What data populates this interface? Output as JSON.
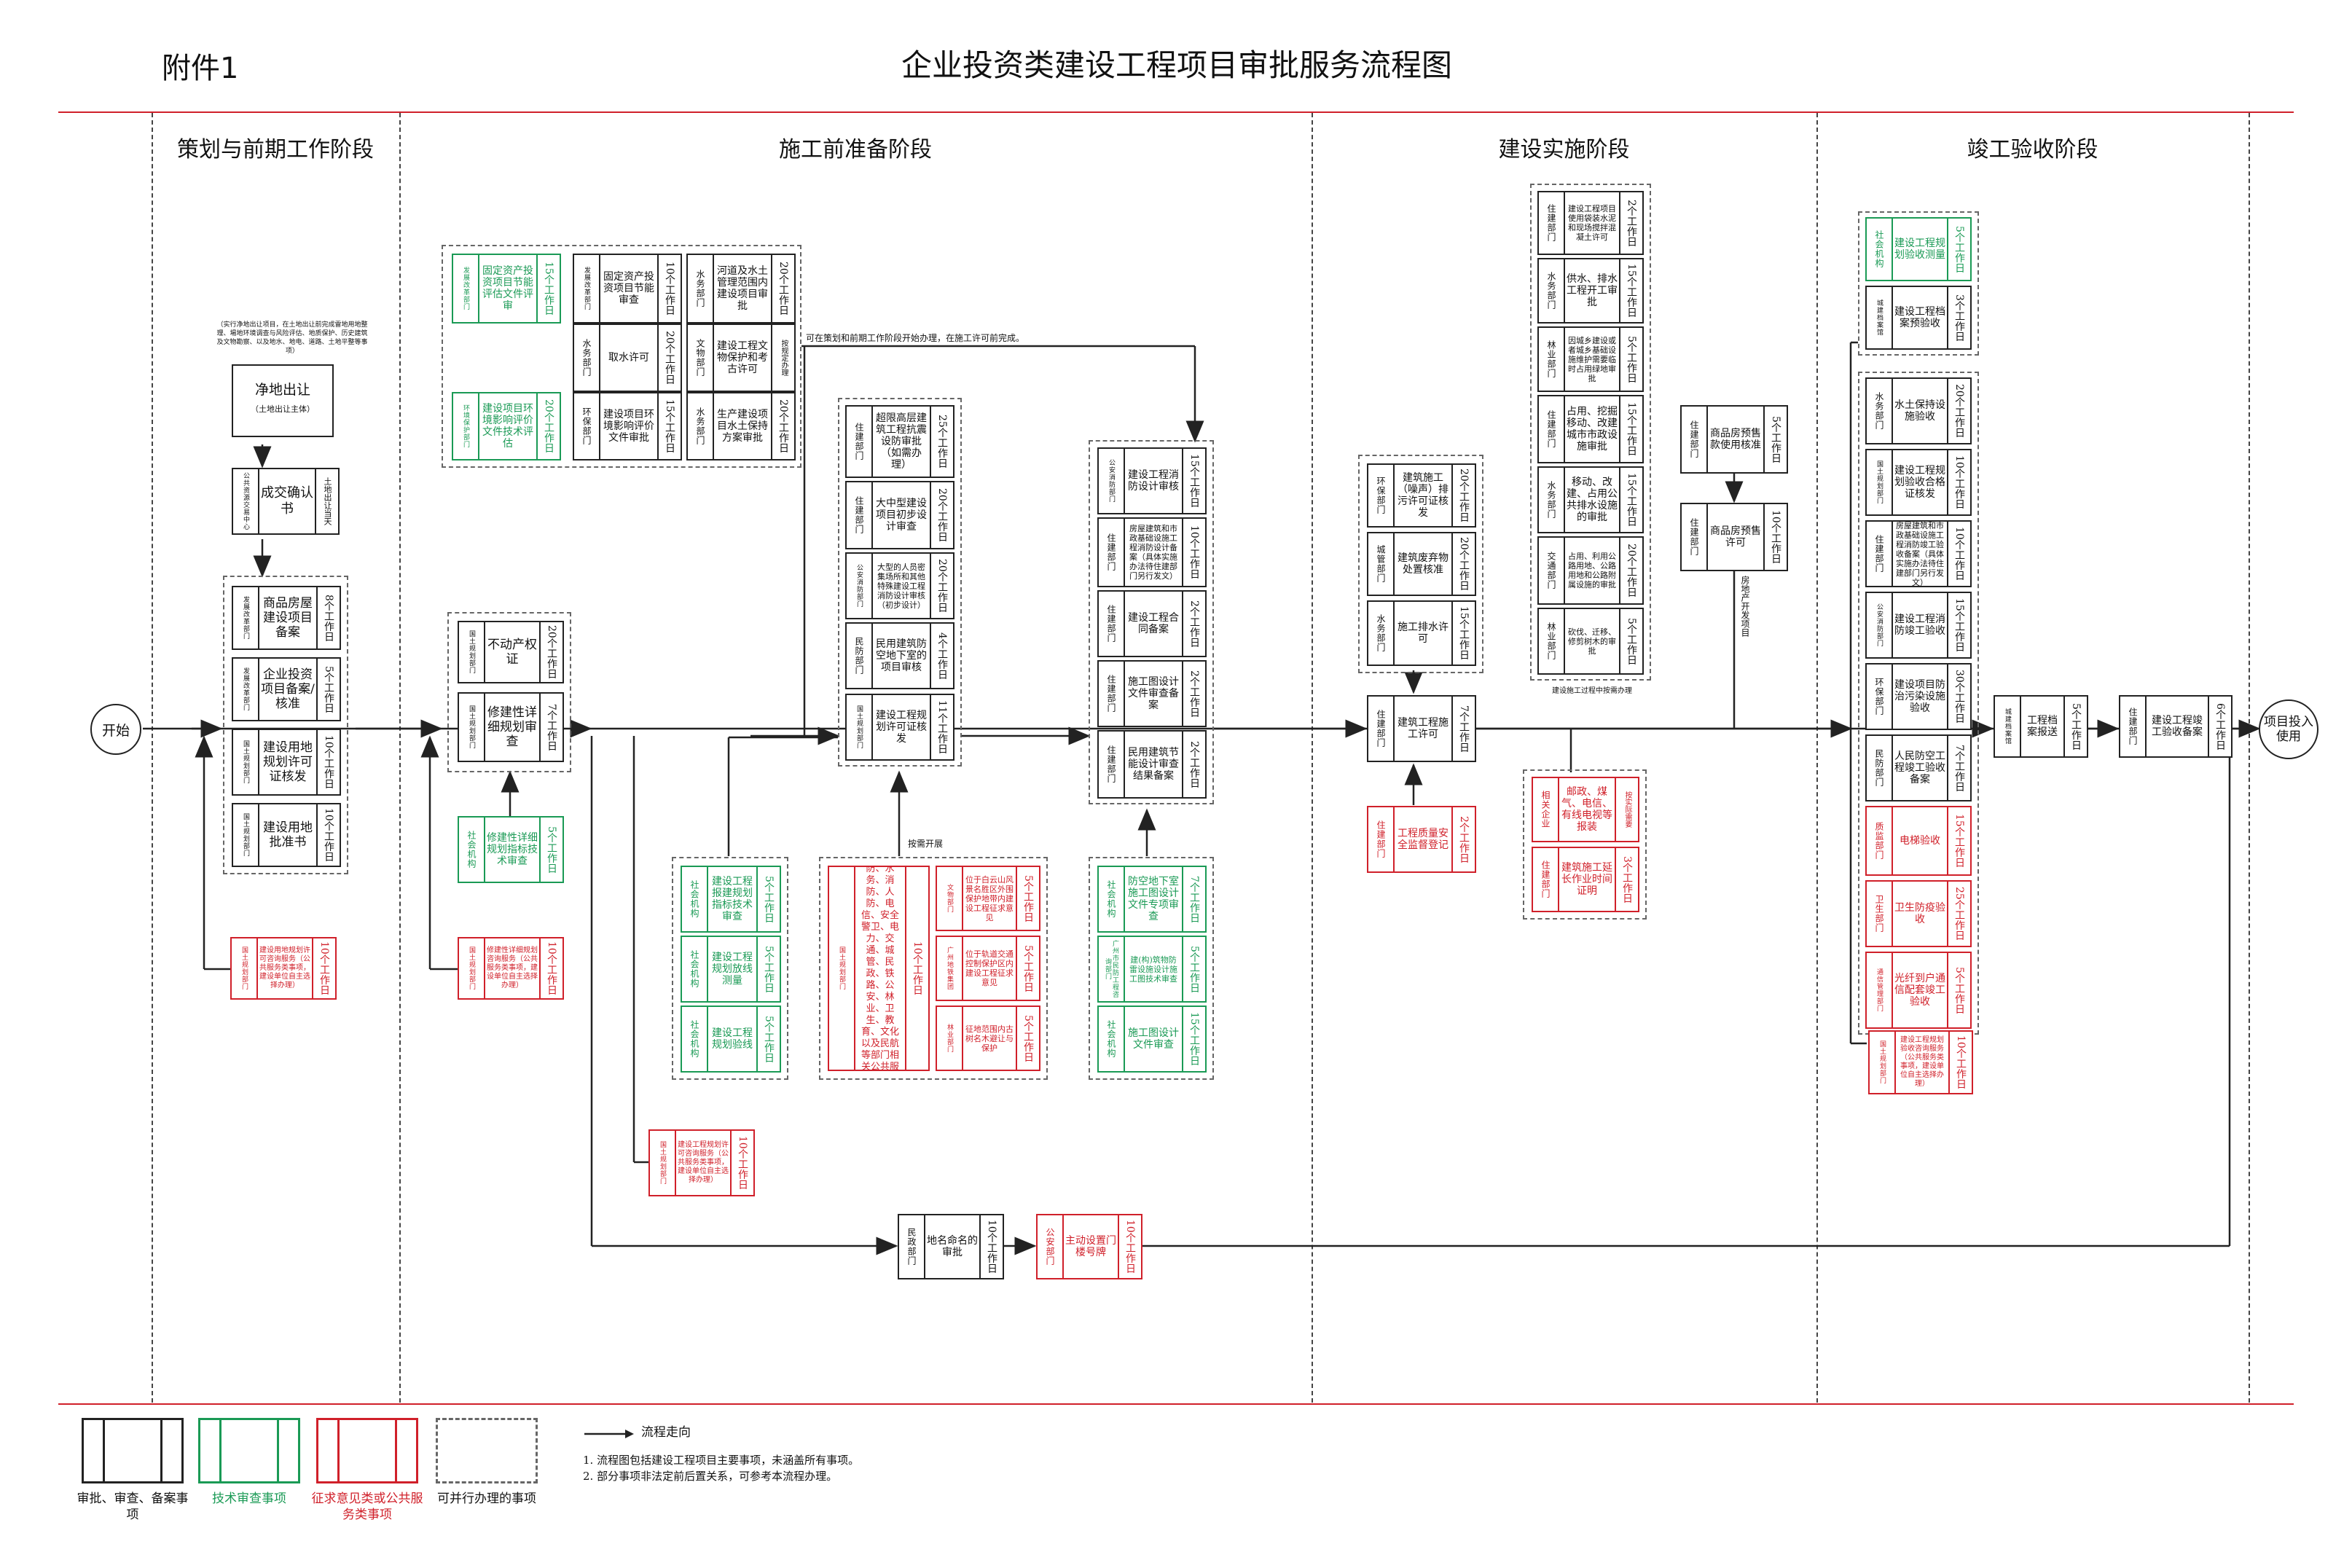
{
  "attachment": "附件1",
  "title": "企业投资类建设工程项目审批服务流程图",
  "stages": [
    "策划与前期工作阶段",
    "施工前准备阶段",
    "建设实施阶段",
    "竣工验收阶段"
  ],
  "start": "开始",
  "end": "项目投入使用",
  "day_unit": "个工作日",
  "stage1": {
    "note": "（实行净地出让项目，在土地出让前完成雷地用地整理、場地环境调查与风险评估、地质保护、历史建筑及文物勘察、以及地水、地电、道路、土地平整等事项）",
    "land_out": "净地出让",
    "land_out_sub": "（土地出让主体）",
    "deal": {
      "dept": "公共资源交易中心",
      "name": "成交确认书",
      "side": "土地出让当天"
    },
    "items": [
      {
        "dept": "发展改革部门",
        "name": "商品房屋建设项目备案",
        "days": "8"
      },
      {
        "dept": "发展改革部门",
        "name": "企业投资项目备案/核准",
        "days": "5"
      },
      {
        "dept": "国土规划部门",
        "name": "建设用地规划许可证核发",
        "days": "10"
      },
      {
        "dept": "国土规划部门",
        "name": "建设用地批准书",
        "days": "10"
      }
    ],
    "consult": {
      "dept": "国土规划部门",
      "name": "建设用地规划许可咨询服务（公共服务类事项，建设单位自主选择办理）",
      "days": "10"
    }
  },
  "stage2": {
    "top_left": [
      {
        "dept": "发展改革部门",
        "name": "固定资产投资项目节能评估文件评审",
        "days": "15",
        "color": "green"
      },
      {
        "dept": "发展改革部门",
        "name": "固定资产投资项目节能审查",
        "days": "10"
      },
      {
        "dept": "水务部门",
        "name": "取水许可",
        "days": "20"
      },
      {
        "dept": "环境保护部门",
        "name": "建设项目环境影响评价文件技术评估",
        "days": "20",
        "color": "green"
      },
      {
        "dept": "环保部门",
        "name": "建设项目环境影响评价文件审批",
        "days": "15"
      },
      {
        "dept": "水务部门",
        "name": "河道及水土管理范围内建设项目审批",
        "days": "20"
      },
      {
        "dept": "文物部门",
        "name": "建设工程文物保护和考古许可",
        "days": "按规定办理"
      },
      {
        "dept": "水务部门",
        "name": "生产建设项目水土保持方案审批",
        "days": "20"
      }
    ],
    "parallel_note": "可在策划和前期工作阶段开始办理，在施工许可前完成。",
    "property": {
      "dept": "国土规划部门",
      "name": "不动产权证",
      "days": "20"
    },
    "detail_plan": {
      "dept": "国土规划部门",
      "name": "修建性详细规划审查",
      "days": "7"
    },
    "detail_tech": {
      "dept": "社会机构",
      "name": "修建性详细规划指标技术审查",
      "days": "5"
    },
    "detail_consult": {
      "dept": "国土规划部门",
      "name": "修建性详细规划咨询服务（公共服务类事项，建设单位自主选择办理）",
      "days": "10"
    },
    "mid_col": [
      {
        "dept": "住建部门",
        "name": "超限高层建筑工程抗震设防审批（如需办理）",
        "days": "25"
      },
      {
        "dept": "住建部门",
        "name": "大中型建设项目初步设计审查",
        "days": "20"
      },
      {
        "dept": "公安消防部门",
        "name": "大型的人员密集场所和其他特殊建设工程消防设计审核（初步设计）",
        "days": "20"
      },
      {
        "dept": "民防部门",
        "name": "民用建筑防空地下室的项目审核",
        "days": "4"
      },
      {
        "dept": "国土规划部门",
        "name": "建设工程规划许可证核发",
        "days": "11"
      }
    ],
    "left_tech": [
      {
        "dept": "社会机构",
        "name": "建设工程报建规划指标技术审查",
        "days": "5"
      },
      {
        "dept": "社会机构",
        "name": "建设工程规划放线测量",
        "days": "5"
      },
      {
        "dept": "社会机构",
        "name": "建设工程规划验线",
        "days": "5"
      }
    ],
    "as_needed": "按需开展",
    "opinion_left": {
      "dept": "国土规划部门",
      "name": "涉及园林、国防、水务、消防、人防、电信、安全警卫、电力、交通、城管、民政、铁路、公安、林业、卫生、教育、文化以及民航等部门相关公共服务意见征询",
      "days": "10"
    },
    "opinion_right": [
      {
        "dept": "文物部门",
        "name": "位于白云山风景名胜区外围保护地带内建设工程征求意见",
        "days": "5"
      },
      {
        "dept": "广州地铁集团",
        "name": "位于轨道交通控制保护区内建设工程征求意见",
        "days": "5"
      },
      {
        "dept": "林业部门",
        "name": "征地范围内古树名木避让与保护",
        "days": "5"
      }
    ],
    "permit_consult": {
      "dept": "国土规划部门",
      "name": "建设工程规划许可咨询服务（公共服务类事项，建设单位自主选择办理）",
      "days": "10"
    },
    "fire_col": [
      {
        "dept": "公安消防部门",
        "name": "建设工程消防设计审核",
        "days": "15"
      },
      {
        "dept": "住建部门",
        "name": "房屋建筑和市政基础设施工程消防设计备案（具体实施办法待住建部门另行发文）",
        "days": "10"
      },
      {
        "dept": "住建部门",
        "name": "建设工程合同备案",
        "days": "2"
      },
      {
        "dept": "住建部门",
        "name": "施工图设计文件审查备案",
        "days": "2"
      },
      {
        "dept": "住建部门",
        "name": "民用建筑节能设计审查结果备案",
        "days": "2"
      }
    ],
    "drawing_tech": [
      {
        "dept": "社会机构",
        "name": "防空地下室施工图设计文件专项审查",
        "days": "7"
      },
      {
        "dept": "广州市民防工程咨询部门",
        "name": "建(构)筑物防雷设施设计施工图技术审查",
        "days": "5"
      },
      {
        "dept": "社会机构",
        "name": "施工图设计文件审查",
        "days": "15"
      }
    ],
    "naming": {
      "dept": "民政部门",
      "name": "地名命名的审批",
      "days": "10"
    },
    "door_plate": {
      "dept": "公安部门",
      "name": "主动设置门楼号牌",
      "days": "10"
    }
  },
  "stage3": {
    "env_group": [
      {
        "dept": "环保部门",
        "name": "建筑施工（噪声）排污许可证核发",
        "days": "20"
      },
      {
        "dept": "城管部门",
        "name": "建筑废弃物处置核准",
        "days": "20"
      },
      {
        "dept": "水务部门",
        "name": "施工排水许可",
        "days": "15"
      }
    ],
    "construct_permit": {
      "dept": "住建部门",
      "name": "建筑工程施工许可",
      "days": "7"
    },
    "quality": {
      "dept": "住建部门",
      "name": "工程质量安全监督登记",
      "days": "2"
    },
    "right_col": [
      {
        "dept": "住建部门",
        "name": "建设工程项目使用袋装水泥和现场搅拌混凝土许可",
        "days": "2"
      },
      {
        "dept": "水务部门",
        "name": "供水、排水工程开工审批",
        "days": "15"
      },
      {
        "dept": "林业部门",
        "name": "因城乡建设或者城乡基础设施维护需要临时占用绿地审批",
        "days": "5"
      },
      {
        "dept": "住建部门",
        "name": "占用、挖掘移动、改建城市市政设施审批",
        "days": "15"
      },
      {
        "dept": "水务部门",
        "name": "移动、改建、占用公共排水设施的审批",
        "days": "15"
      },
      {
        "dept": "交通部门",
        "name": "占用、利用公路用地、公路用地和公路附属设施的审批",
        "days": "20"
      },
      {
        "dept": "林业部门",
        "name": "砍伐、迁移、修剪树木的审批",
        "days": "5"
      }
    ],
    "in_process": "建设施工过程中按需办理",
    "public_group": [
      {
        "dept": "相关企业",
        "name": "邮政、煤气、电信、有线电视等报装",
        "days": "按实际需要"
      },
      {
        "dept": "住建部门",
        "name": "建筑施工延长作业时间证明",
        "days": "3"
      }
    ],
    "presale_ctrl": {
      "dept": "住建部门",
      "name": "商品房预售款使用核准",
      "days": "5"
    },
    "presale": {
      "dept": "住建部门",
      "name": "商品房预售许可",
      "days": "10"
    },
    "presale_note": "房地产开发项目"
  },
  "stage4": {
    "top_group": [
      {
        "dept": "社会机构",
        "name": "建设工程规划验收测量",
        "days": "5",
        "color": "green"
      },
      {
        "dept": "城建档案馆",
        "name": "建设工程档案预验收",
        "days": "3"
      }
    ],
    "main_group": [
      {
        "dept": "水务部门",
        "name": "水土保持设施验收",
        "days": "20"
      },
      {
        "dept": "国土规划部门",
        "name": "建设工程规划验收合格证核发",
        "days": "10"
      },
      {
        "dept": "住建部门",
        "name": "房屋建筑和市政基础设施工程消防竣工验收备案（具体实施办法待住建部门另行发文）",
        "days": "10"
      },
      {
        "dept": "公安消防部门",
        "name": "建设工程消防竣工验收",
        "days": "15"
      },
      {
        "dept": "环保部门",
        "name": "建设项目防治污染设施验收",
        "days": "30"
      },
      {
        "dept": "民防部门",
        "name": "人民防空工程竣工验收备案",
        "days": "7"
      },
      {
        "dept": "质监部门",
        "name": "电梯验收",
        "days": "15",
        "color": "red"
      },
      {
        "dept": "卫生部门",
        "name": "卫生防疫验收",
        "days": "25",
        "color": "red"
      },
      {
        "dept": "通信管理部门",
        "name": "光纤到户通信配套竣工验收",
        "days": "5",
        "color": "red"
      }
    ],
    "consult": {
      "dept": "国土规划部门",
      "name": "建设工程规划验收咨询服务（公共服务类事项，建设单位自主选择办理）",
      "days": "10"
    },
    "archive": {
      "dept": "城建档案馆",
      "name": "工程档案报送",
      "days": "5"
    },
    "final_record": {
      "dept": "住建部门",
      "name": "建设工程竣工验收备案",
      "days": "6"
    }
  },
  "legend": {
    "items": [
      {
        "label": "审批、审查、备案事项",
        "color": "#222222"
      },
      {
        "label": "技术审查事项",
        "color": "#1a9a55"
      },
      {
        "label": "征求意见类或公共服务类事项",
        "color": "#d0202a"
      },
      {
        "label": "可并行办理的事项",
        "color": "#666666"
      }
    ],
    "arrow_label": "流程走向",
    "notes": [
      "1. 流程图包括建设工程项目主要事项，未涵盖所有事项。",
      "2. 部分事项非法定前后置关系，可参考本流程办理。"
    ]
  },
  "colors": {
    "accent_red": "#d0202a",
    "tech_green": "#1a9a55",
    "dash_gray": "#666666"
  }
}
